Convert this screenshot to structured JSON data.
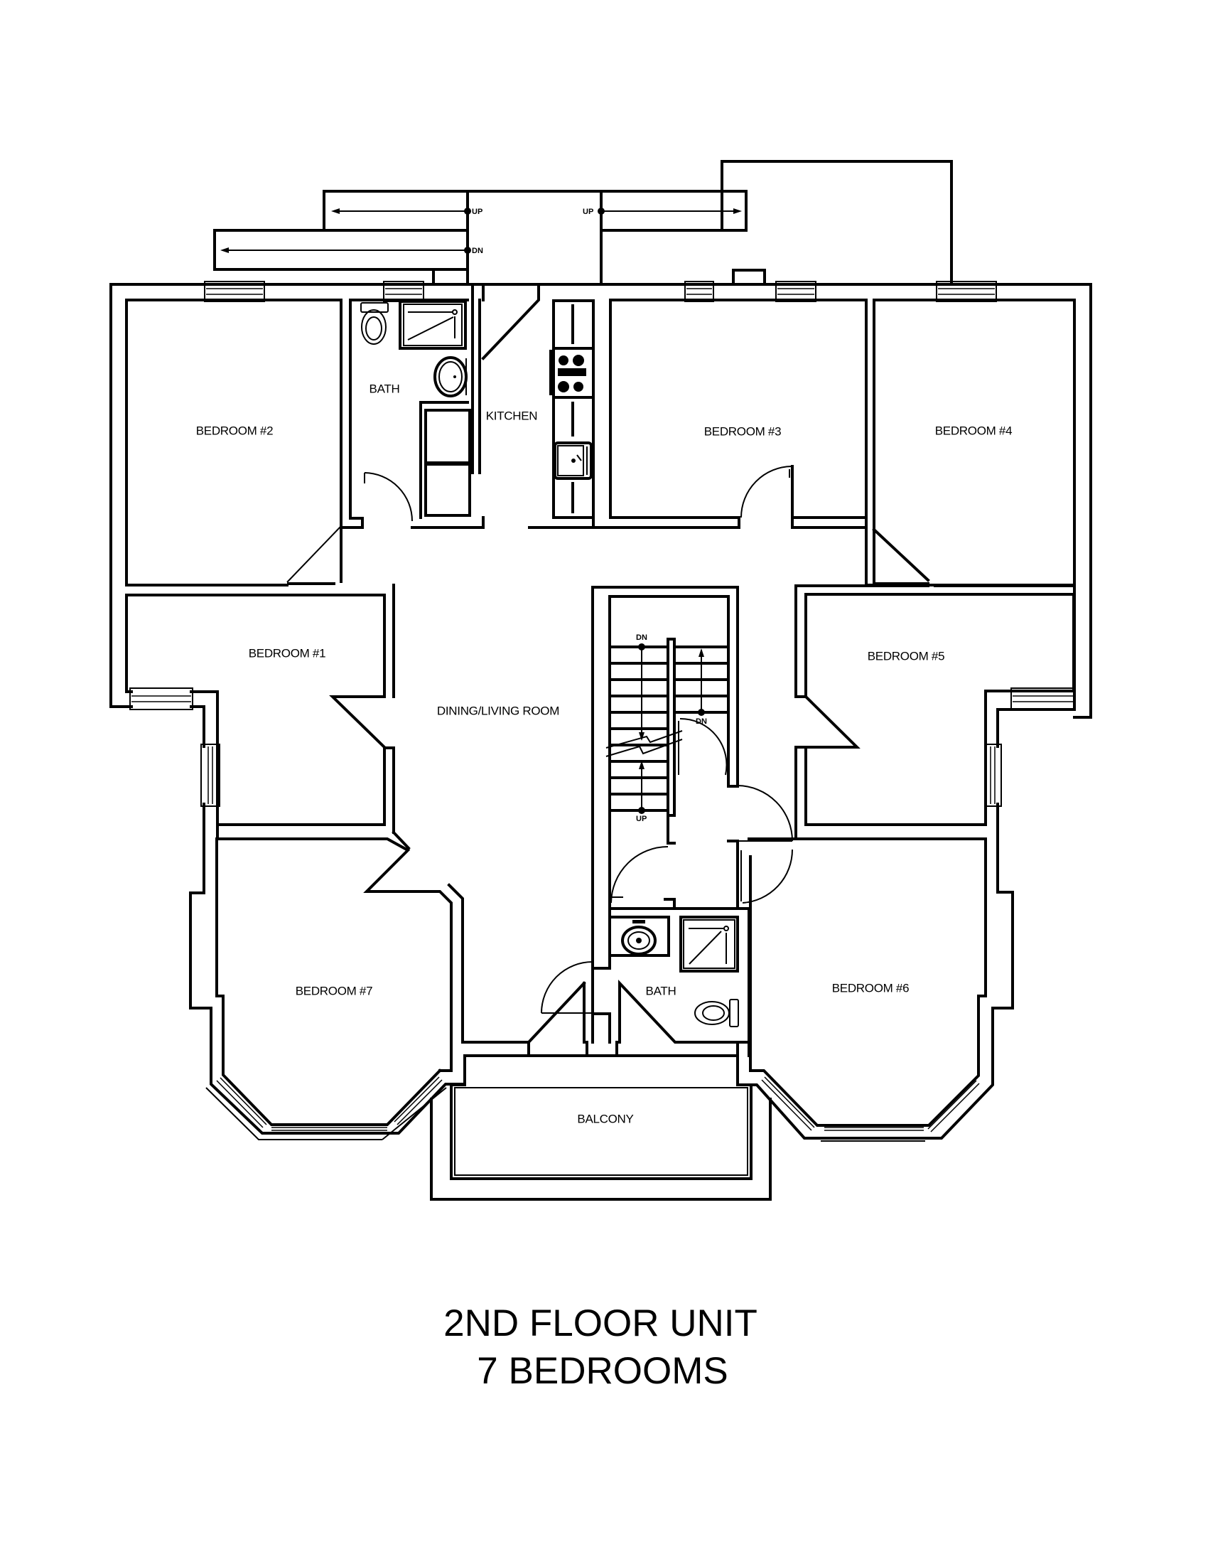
{
  "plan": {
    "title_line1": "2ND FLOOR UNIT",
    "title_line2": "7 BEDROOMS",
    "rooms": {
      "bedroom_1": "BEDROOM #1",
      "bedroom_2": "BEDROOM #2",
      "bedroom_3": "BEDROOM #3",
      "bedroom_4": "BEDROOM #4",
      "bedroom_5": "BEDROOM #5",
      "bedroom_6": "BEDROOM #6",
      "bedroom_7": "BEDROOM #7",
      "bath_upper": "BATH",
      "bath_lower": "BATH",
      "kitchen": "KITCHEN",
      "dining_living": "DINING/LIVING ROOM",
      "balcony": "BALCONY"
    },
    "stair_labels": {
      "exterior_up_left": "UP",
      "exterior_dn_left": "DN",
      "exterior_up_right": "UP",
      "interior_dn_top": "DN",
      "interior_dn_mid": "DN",
      "interior_up_bottom": "UP"
    },
    "colors": {
      "line": "#000000",
      "background": "#ffffff"
    }
  }
}
